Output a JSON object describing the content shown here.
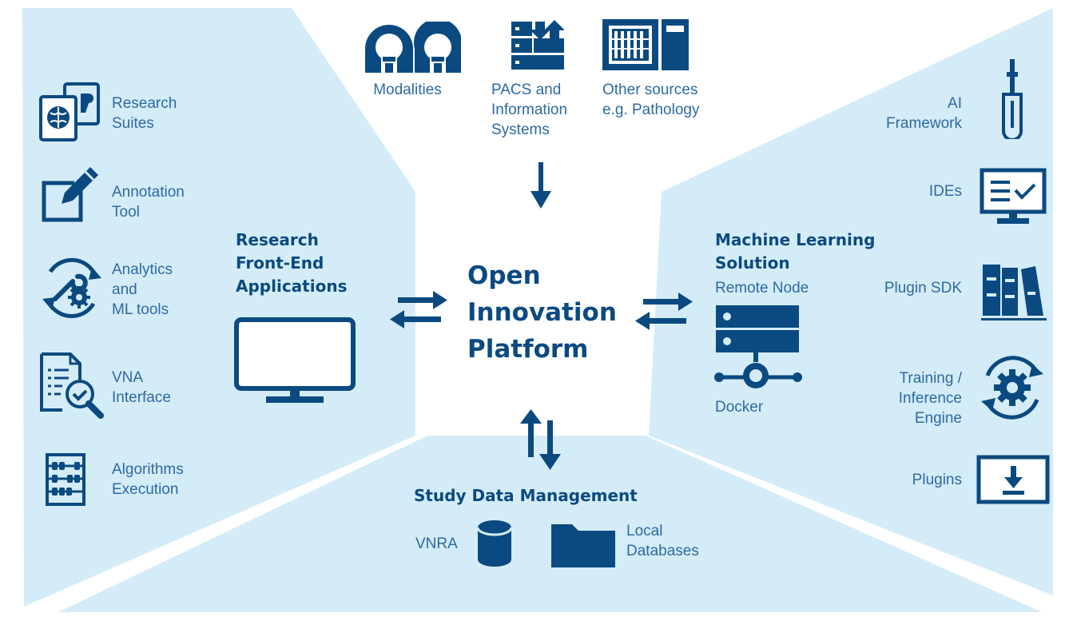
{
  "colors": {
    "panel": "#d4ecf7",
    "icon": "#0b4a80",
    "label": "#2d6aa3",
    "heading": "#0b4a80",
    "background": "#ffffff"
  },
  "center": {
    "title_lines": [
      "Open",
      "Innovation",
      "Platform"
    ]
  },
  "top": {
    "modalities": {
      "label": "Modalities",
      "icon": "mri-scanner-icon"
    },
    "pacs": {
      "label_lines": [
        "PACS and",
        "Information",
        "Systems"
      ],
      "icon": "server-transfer-icon"
    },
    "other": {
      "label_lines": [
        "Other sources",
        "e.g. Pathology"
      ],
      "icon": "pathology-scanner-icon"
    }
  },
  "left": {
    "heading_lines": [
      "Research",
      "Front-End",
      "Applications"
    ],
    "items": [
      {
        "label_lines": [
          "Research",
          "Suites"
        ],
        "icon": "research-suites-icon"
      },
      {
        "label_lines": [
          "Annotation",
          "Tool"
        ],
        "icon": "annotation-pencil-icon"
      },
      {
        "label_lines": [
          "Analytics",
          "and",
          "ML tools"
        ],
        "icon": "analytics-gear-wrench-icon"
      },
      {
        "label_lines": [
          "VNA",
          "Interface"
        ],
        "icon": "document-magnifier-icon"
      },
      {
        "label_lines": [
          "Algorithms",
          "Execution"
        ],
        "icon": "abacus-icon"
      }
    ]
  },
  "right": {
    "heading_lines": [
      "Machine Learning",
      "Solution"
    ],
    "remote_node": "Remote Node",
    "docker": "Docker",
    "items": [
      {
        "label_lines": [
          "AI",
          "Framework"
        ],
        "icon": "screwdriver-icon"
      },
      {
        "label_lines": [
          "IDEs"
        ],
        "icon": "ide-monitor-icon"
      },
      {
        "label_lines": [
          "Plugin SDK"
        ],
        "icon": "binders-icon"
      },
      {
        "label_lines": [
          "Training /",
          "Inference",
          "Engine"
        ],
        "icon": "gear-cycle-icon"
      },
      {
        "label_lines": [
          "Plugins"
        ],
        "icon": "download-box-icon"
      }
    ]
  },
  "bottom": {
    "heading": "Study Data Management",
    "vnra": "VNRA",
    "local_lines": [
      "Local",
      "Databases"
    ]
  }
}
